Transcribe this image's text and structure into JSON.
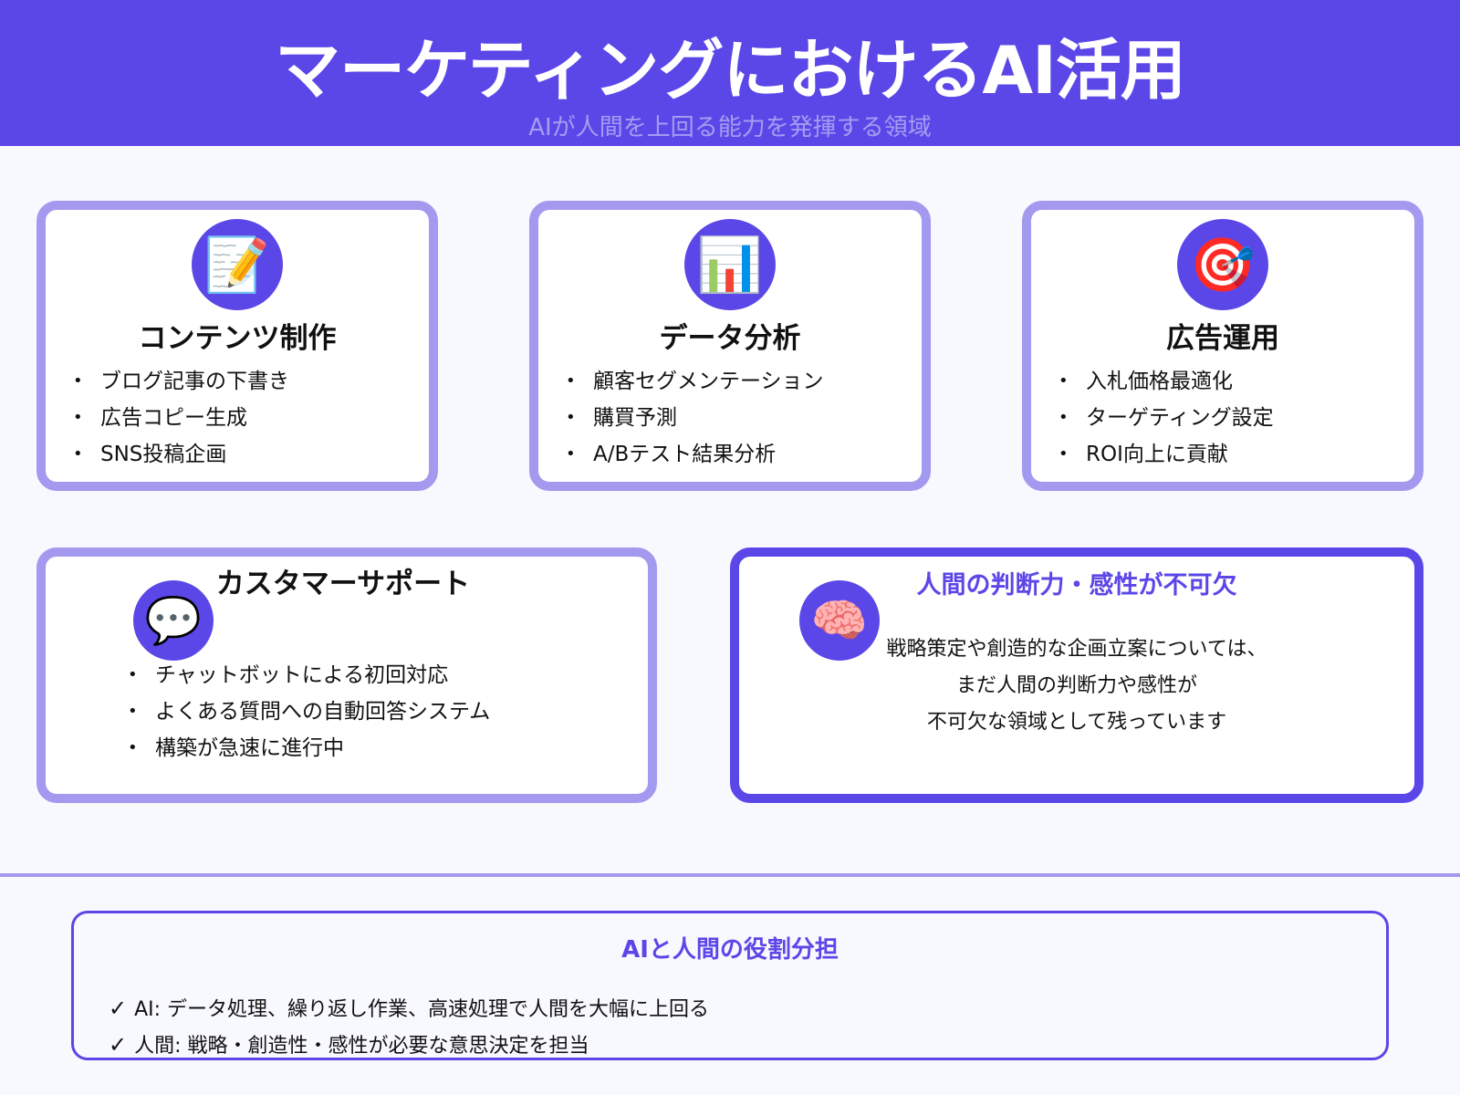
{
  "header": {
    "title": "マーケティングにおけるAI活用",
    "subtitle": "AIが人間を上回る能力を発揮する領域"
  },
  "colors": {
    "primary": "#5b47e8",
    "card_border": "#a399ee",
    "subtitle": "#a59cf2",
    "background": "#f8f8ff"
  },
  "cards": [
    {
      "icon": "memo-pencil-icon",
      "glyph": "📝",
      "title": "コンテンツ制作",
      "items": [
        "ブログ記事の下書き",
        "広告コピー生成",
        "SNS投稿企画"
      ]
    },
    {
      "icon": "bar-chart-icon",
      "glyph": "📊",
      "title": "データ分析",
      "items": [
        "顧客セグメンテーション",
        "購買予測",
        "A/Bテスト結果分析"
      ]
    },
    {
      "icon": "target-dart-icon",
      "glyph": "🎯",
      "title": "広告運用",
      "items": [
        "入札価格最適化",
        "ターゲティング設定",
        "ROI向上に貢献"
      ]
    },
    {
      "icon": "speech-bubble-icon",
      "glyph": "💬",
      "title": "カスタマーサポート",
      "items": [
        "チャットボットによる初回対応",
        "よくある質問への自動回答システム",
        "構築が急速に進行中"
      ]
    }
  ],
  "human_note": {
    "icon": "brain-icon",
    "glyph": "🧠",
    "title": "人間の判断力・感性が不可欠",
    "lines": [
      "戦略策定や創造的な企画立案については、",
      "まだ人間の判断力や感性が",
      "不可欠な領域として残っています"
    ]
  },
  "summary": {
    "title": "AIと人間の役割分担",
    "check_glyph": "✓",
    "items": [
      "AI: データ処理、繰り返し作業、高速処理で人間を大幅に上回る",
      "人間: 戦略・創造性・感性が必要な意思決定を担当"
    ]
  }
}
